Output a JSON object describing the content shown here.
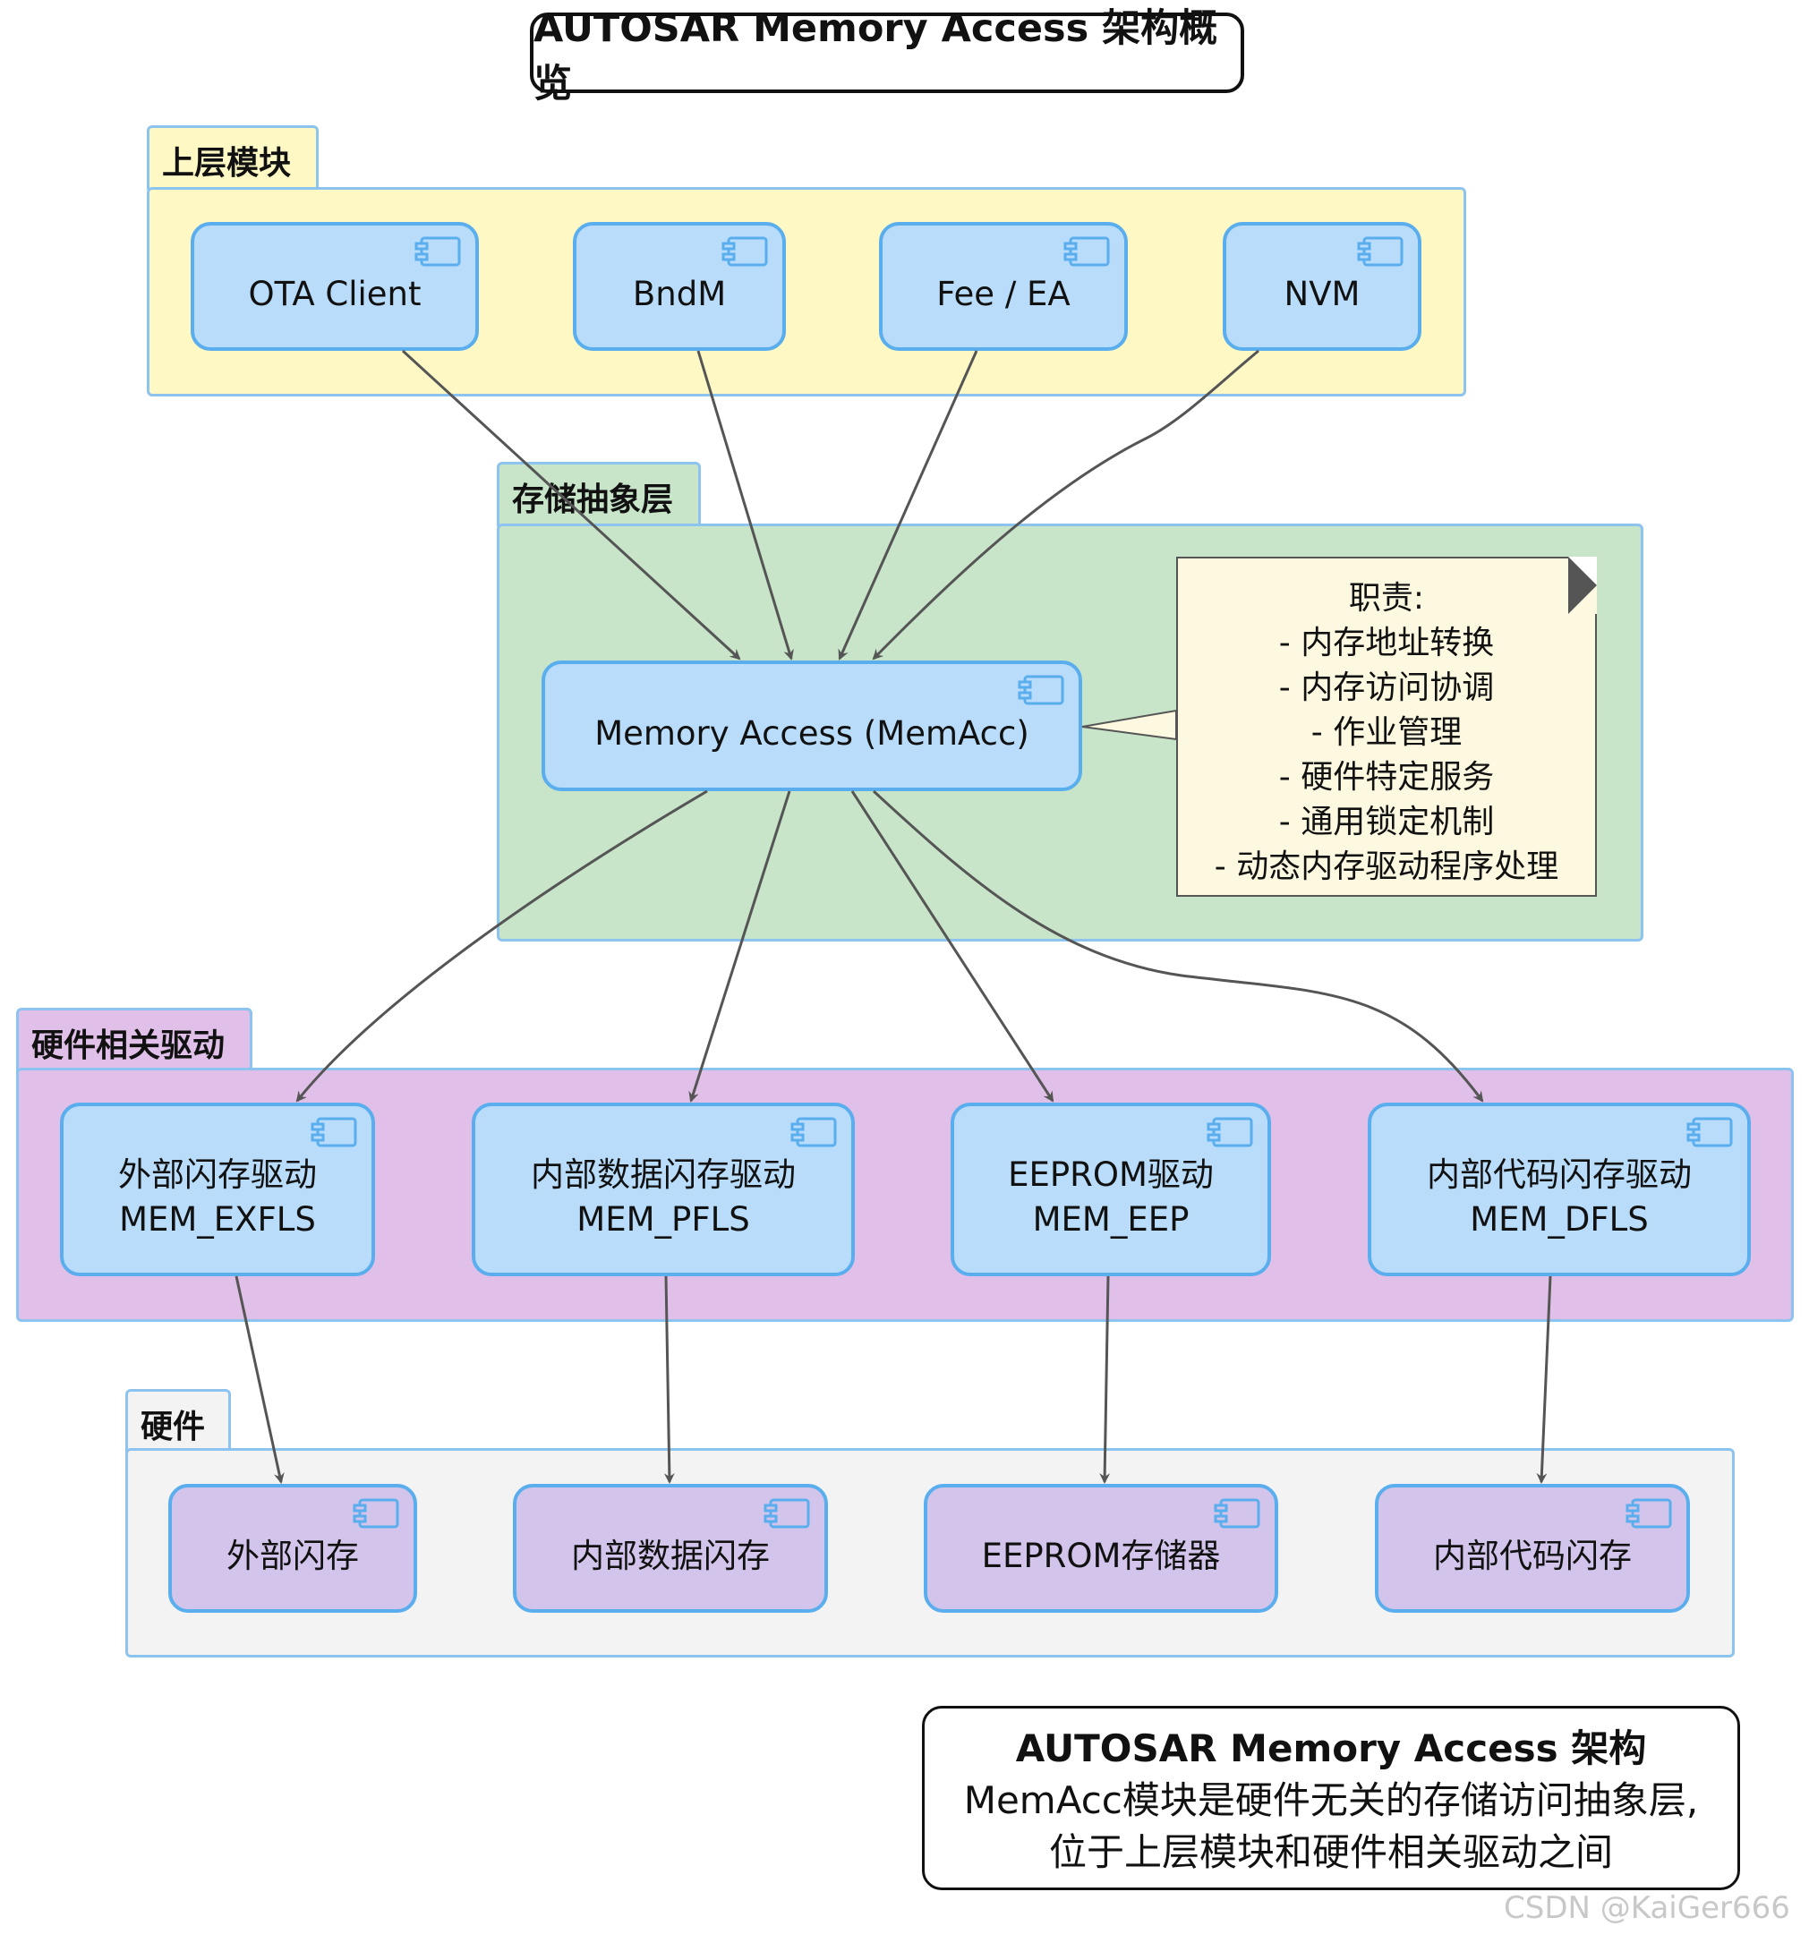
{
  "title": "AUTOSAR Memory Access 架构概览",
  "packages": {
    "upper": {
      "label": "上层模块"
    },
    "storage": {
      "label": "存储抽象层"
    },
    "drivers": {
      "label": "硬件相关驱动"
    },
    "hardware": {
      "label": "硬件"
    }
  },
  "upper_modules": [
    "OTA Client",
    "BndM",
    "Fee / EA",
    "NVM"
  ],
  "memacc": {
    "label": "Memory Access (MemAcc)"
  },
  "note": {
    "lines": [
      "职责:",
      "- 内存地址转换",
      "- 内存访问协调",
      "- 作业管理",
      "- 硬件特定服务",
      "- 通用锁定机制",
      "- 动态内存驱动程序处理"
    ]
  },
  "drivers": [
    {
      "line1": "外部闪存驱动",
      "line2": "MEM_EXFLS"
    },
    {
      "line1": "内部数据闪存驱动",
      "line2": "MEM_PFLS"
    },
    {
      "line1": "EEPROM驱动",
      "line2": "MEM_EEP"
    },
    {
      "line1": "内部代码闪存驱动",
      "line2": "MEM_DFLS"
    }
  ],
  "hardware": [
    "外部闪存",
    "内部数据闪存",
    "EEPROM存储器",
    "内部代码闪存"
  ],
  "caption": {
    "title": "AUTOSAR Memory Access 架构",
    "line1": "MemAcc模块是硬件无关的存储访问抽象层,",
    "line2": "位于上层模块和硬件相关驱动之间"
  },
  "watermark": "CSDN @KaiGer666",
  "colors": {
    "upper_bg": "#fdf8c4",
    "storage_bg": "#c8e4c9",
    "drivers_bg": "#e0c0e8",
    "hardware_bg": "#f3f3f3",
    "component_bg": "#b8dcfa",
    "hardware_component_bg": "#d2c4ea",
    "border": "#5aaeee",
    "arrow": "#555555"
  }
}
